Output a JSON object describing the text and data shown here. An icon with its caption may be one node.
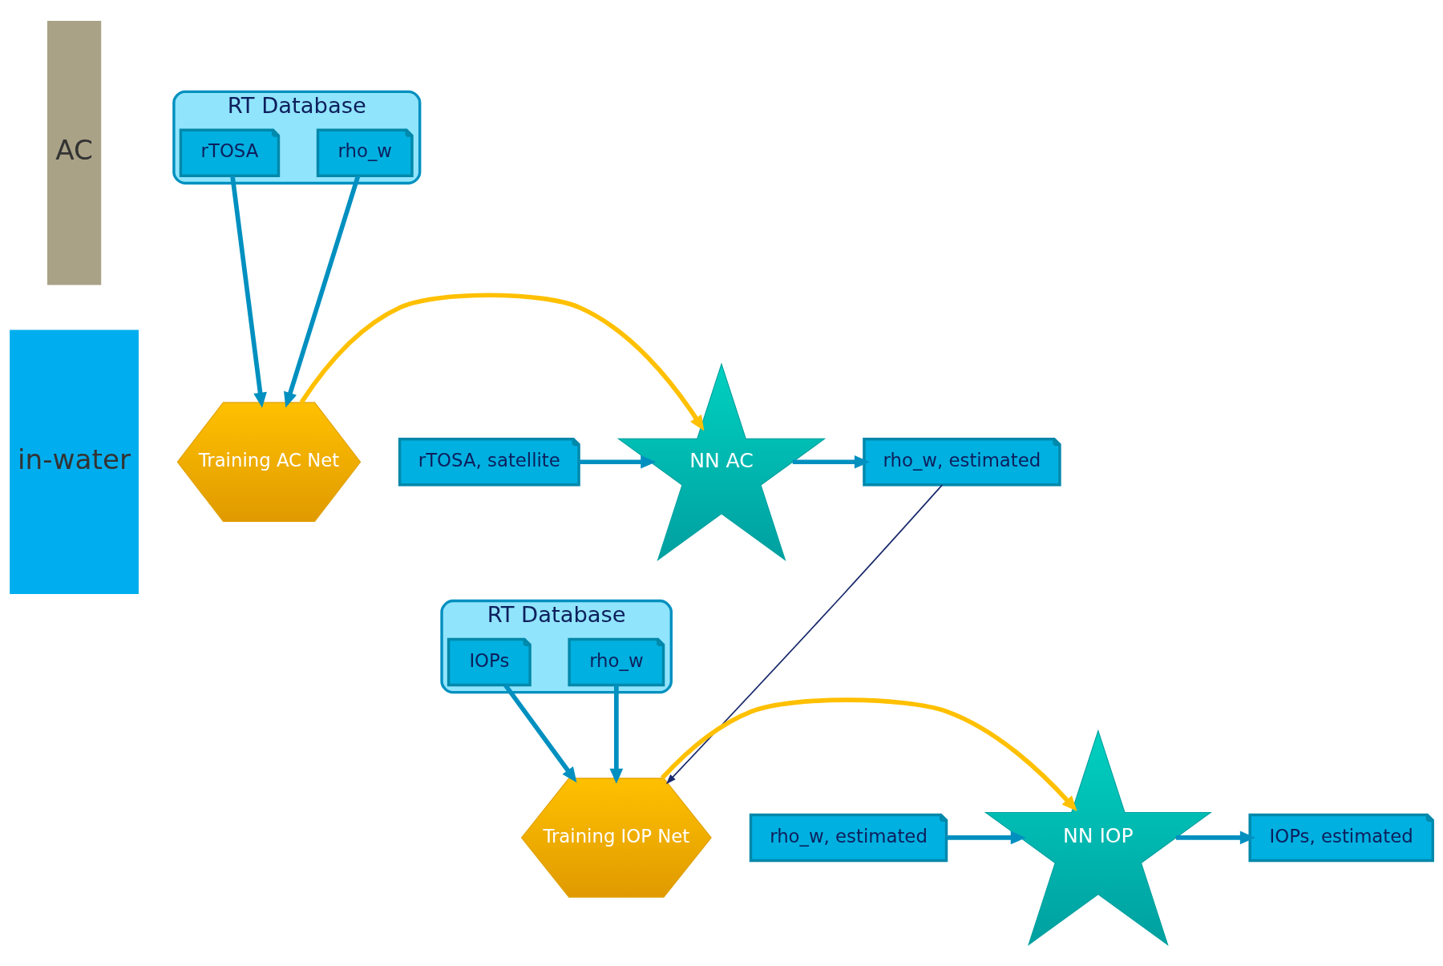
{
  "diagram": {
    "nodes": [
      {
        "text": [
          "AC"
        ]
      },
      {
        "text": [
          "RT Database"
        ]
      },
      {
        "text": [
          "rTOSA"
        ],
        "in": 1
      },
      {
        "text": [
          "rho_w"
        ],
        "in": 1
      },
      {
        "text": [
          "Training AC Net"
        ]
      },
      {
        "text": [
          "rTOSA, satellite"
        ]
      },
      {
        "text": [
          "NN AC"
        ]
      },
      {
        "text": [
          "rho_w, estimated"
        ]
      },
      {
        "text": [
          "in-water"
        ]
      },
      {
        "text": [
          "RT Database"
        ]
      },
      {
        "text": [
          "rho_w"
        ],
        "in": 9
      },
      {
        "text": [
          "IOPs"
        ],
        "in": 9
      },
      {
        "text": [
          "Training IOP Net"
        ]
      },
      {
        "text": [
          "rho_w, estimated"
        ]
      },
      {
        "text": [
          "NN IOP"
        ]
      },
      {
        "text": [
          "IOPs, estimated"
        ]
      }
    ],
    "edges": [
      {
        "from": 2,
        "to": 4,
        "arrow": "to"
      },
      {
        "from": 3,
        "to": 4,
        "arrow": "to"
      },
      {
        "from": 4,
        "to": 6,
        "arrow": "to",
        "color": "#ffc000"
      },
      {
        "from": 5,
        "to": 6,
        "arrow": "to"
      },
      {
        "from": 6,
        "to": 7,
        "arrow": "to"
      },
      {
        "from": 7,
        "to": 12,
        "arrow": "to",
        "color": "#1a2a6c"
      },
      {
        "from": 10,
        "to": 12,
        "arrow": "to"
      },
      {
        "from": 11,
        "to": 12,
        "arrow": "to"
      },
      {
        "from": 12,
        "to": 14,
        "arrow": "to",
        "color": "#ffc000"
      },
      {
        "from": 13,
        "to": 14,
        "arrow": "to"
      },
      {
        "from": 14,
        "to": 15,
        "arrow": "to"
      }
    ]
  }
}
